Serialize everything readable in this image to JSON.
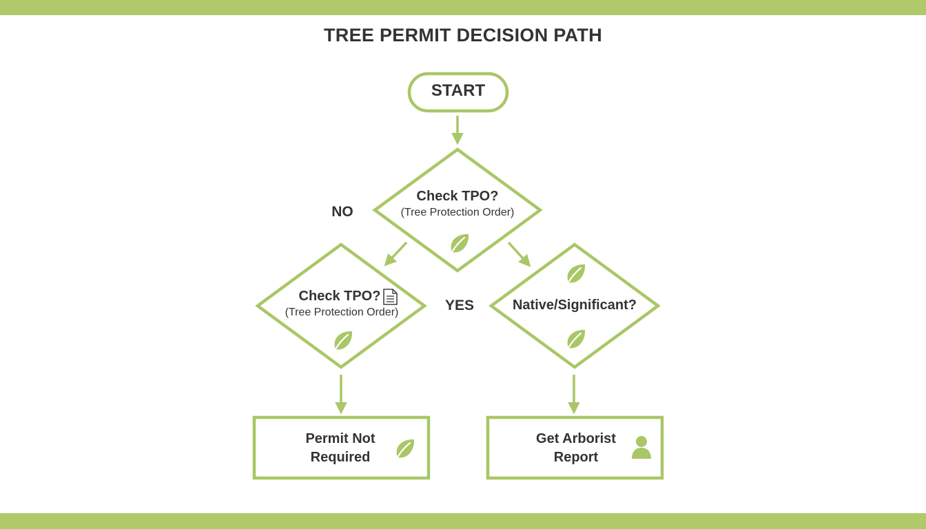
{
  "title": "TREE PERMIT DECISION PATH",
  "colors": {
    "accent": "#a9c766",
    "band": "#afc96b",
    "text": "#333333"
  },
  "nodes": {
    "start": {
      "label": "START"
    },
    "check_tpo_top": {
      "title": "Check TPO?",
      "subtitle": "(Tree Protection Order)",
      "icon": "leaf-icon"
    },
    "check_tpo_left": {
      "title": "Check TPO?",
      "subtitle": "(Tree Protection Order)",
      "icons": [
        "document-icon",
        "leaf-icon"
      ]
    },
    "native_significant": {
      "title": "Native/Significant?",
      "icons": [
        "leaf-icon",
        "leaf-icon"
      ]
    },
    "permit_not_required": {
      "line1": "Permit Not",
      "line2": "Required",
      "icon": "leaf-icon"
    },
    "get_arborist_report": {
      "line1": "Get Arborist",
      "line2": "Report",
      "icon": "person-icon"
    }
  },
  "branch_labels": {
    "no": "NO",
    "yes": "YES"
  }
}
